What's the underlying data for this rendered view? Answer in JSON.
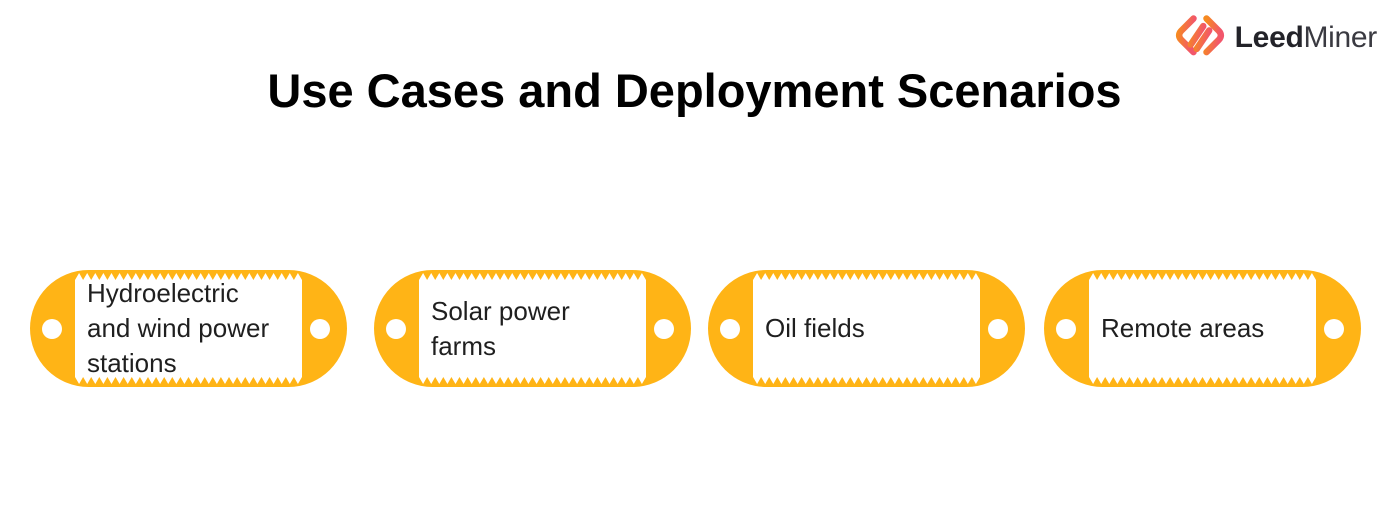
{
  "title": "Use Cases and Deployment Scenarios",
  "logo": {
    "name_bold": "Leed",
    "name_light": "Miner",
    "icon": "leedminer-diamond-mark"
  },
  "tags": [
    {
      "label": "Hydroelectric\nand wind power\nstations"
    },
    {
      "label": "Solar power\nfarms"
    },
    {
      "label": "Oil fields"
    },
    {
      "label": "Remote areas"
    }
  ],
  "colors": {
    "tag_fill": "#FFB416",
    "tag_text": "#1F1F1F",
    "title_text": "#000000",
    "brand_bold": "#232329",
    "brand_light": "#3A3A41",
    "logo_gradient_start": "#F68B1F",
    "logo_gradient_end": "#F2566B"
  }
}
